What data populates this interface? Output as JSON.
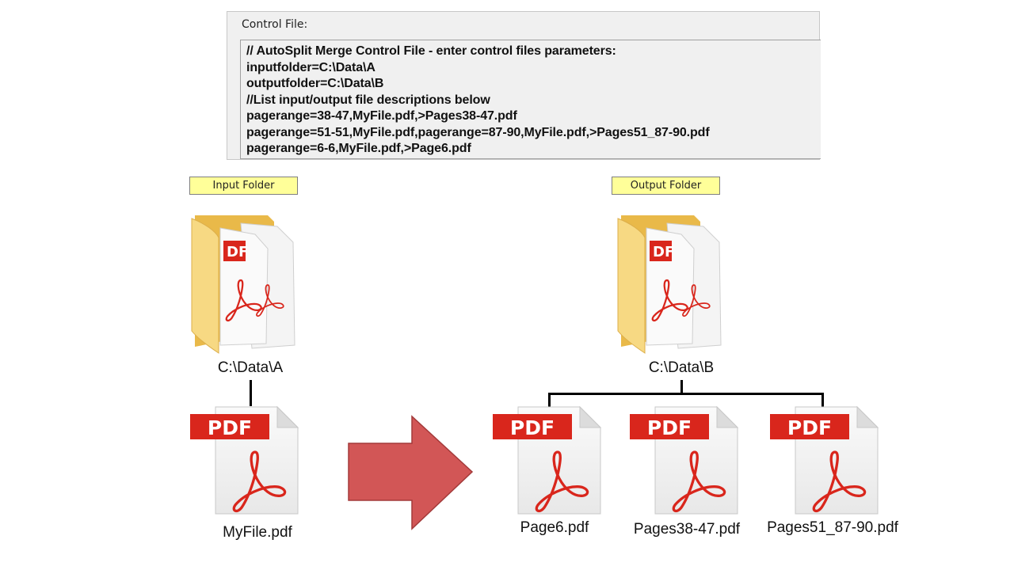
{
  "control_file": {
    "label": "Control File:",
    "lines": [
      "// AutoSplit Merge Control File - enter control files parameters:",
      "inputfolder=C:\\Data\\A",
      "outputfolder=C:\\Data\\B",
      "//List input/output file descriptions below",
      "pagerange=38-47,MyFile.pdf,>Pages38-47.pdf",
      "pagerange=51-51,MyFile.pdf,pagerange=87-90,MyFile.pdf,>Pages51_87-90.pdf",
      "pagerange=6-6,MyFile.pdf,>Page6.pdf"
    ]
  },
  "input": {
    "tag": "Input Folder",
    "folder": "C:\\Data\\A",
    "file": "MyFile.pdf"
  },
  "output": {
    "tag": "Output Folder",
    "folder": "C:\\Data\\B",
    "files": [
      "Page6.pdf",
      "Pages38-47.pdf",
      "Pages51_87-90.pdf"
    ]
  },
  "icons": {
    "pdf_badge": "PDF",
    "folder": "folder-with-pdfs-icon",
    "arrow": "right-arrow-icon"
  },
  "colors": {
    "pdf_red": "#d9261c",
    "arrow": "#d25656",
    "tag_bg": "#ffff99",
    "folder": "#f5d37a"
  }
}
